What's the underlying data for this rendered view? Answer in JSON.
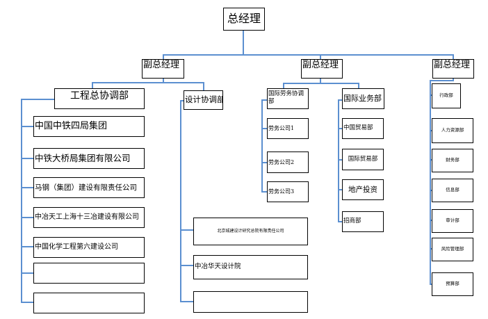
{
  "diagram": {
    "title": "总经理",
    "deputies": [
      "副总经理",
      "副总经理",
      "副总经理"
    ],
    "engineering": {
      "head": "工程总协调部",
      "members": [
        "中国中铁四局集团",
        "中铁大桥局集团有限公司",
        "马钢（集团）建设有限责任公司",
        "中冶天工上海十三冶建设有限公司",
        "中国化学工程第六建设公司",
        "",
        ""
      ]
    },
    "design": {
      "head": "设计协调部",
      "members": [
        "北京城建设计研究总院有限责任公司",
        "中冶华天设计院",
        ""
      ]
    },
    "labor": {
      "head": "国际劳务协调部",
      "members": [
        "劳务公司1",
        "劳务公司2",
        "劳务公司3"
      ]
    },
    "business": {
      "head": "国际业务部",
      "members": [
        "中国贸易部",
        "国际贸易部",
        "地产投资",
        "招商部"
      ]
    },
    "admin": {
      "members": [
        "行政部",
        "人力资源部",
        "财务部",
        "信息部",
        "审计部",
        "风险管理部",
        "预算部"
      ]
    }
  },
  "colors": {
    "connector": "#5b8fd0",
    "border": "#000000",
    "fill": "#ffffff"
  }
}
